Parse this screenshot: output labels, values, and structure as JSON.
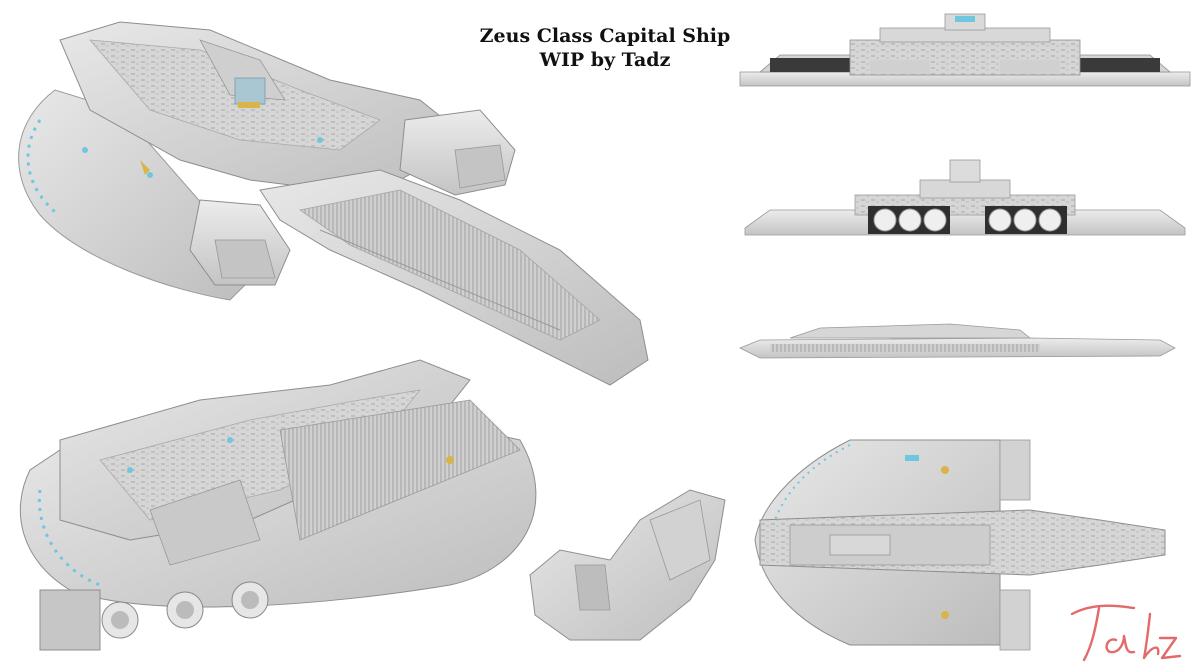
{
  "header": {
    "title_line1": "Zeus Class Capital Ship",
    "title_line2": "WIP by Tadz"
  },
  "signature": {
    "text": "Tadz",
    "color": "#e26a6a"
  },
  "colors": {
    "hull": "#dcdcdc",
    "hull_dark": "#b5b5b5",
    "panel": "#c8c8c8",
    "shadow": "#8e8e8e",
    "window": "#6fc7df",
    "accent": "#d8b44a",
    "hangar": "#3a3a3a",
    "thruster": "#f0f0f0"
  }
}
